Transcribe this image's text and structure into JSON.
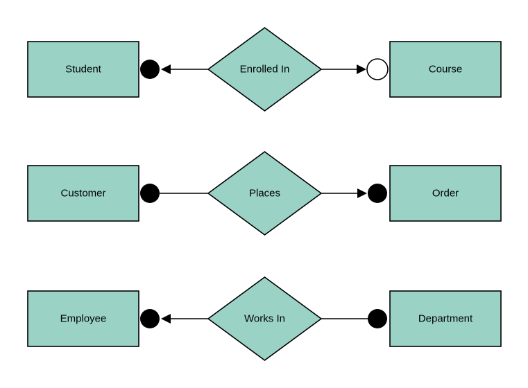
{
  "diagram": {
    "type": "entity-relationship-diagram",
    "colors": {
      "entity_fill": "#9ad3c6",
      "shape_stroke": "#000000",
      "connector": "#000000",
      "background": "#ffffff"
    },
    "rows": [
      {
        "left_entity": "Student",
        "relationship": "Enrolled In",
        "right_entity": "Course",
        "left_end": "filled-dot with arrowhead pointing toward entity",
        "right_end": "open-dot with arrowhead pointing toward entity"
      },
      {
        "left_entity": "Customer",
        "relationship": "Places",
        "right_entity": "Order",
        "left_end": "filled-dot, plain line",
        "right_end": "filled-dot with arrowhead pointing toward entity"
      },
      {
        "left_entity": "Employee",
        "relationship": "Works In",
        "right_entity": "Department",
        "left_end": "filled-dot with arrowhead pointing toward entity",
        "right_end": "filled-dot, plain line"
      }
    ]
  }
}
